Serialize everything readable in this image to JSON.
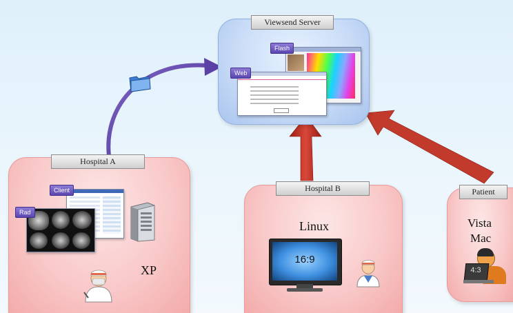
{
  "server": {
    "title": "Viewsend Server",
    "flash_label": "Flash",
    "web_label": "Web"
  },
  "hospital_a": {
    "title": "Hospital A",
    "client_label": "Client",
    "rad_label": "Rad",
    "os": "XP"
  },
  "hospital_b": {
    "title": "Hospital B",
    "os": "Linux",
    "monitor_ratio": "16:9"
  },
  "patient": {
    "title": "Patient",
    "os_line1": "Vista",
    "os_line2": "Mac",
    "monitor_ratio": "4:3"
  },
  "colors": {
    "arrow_red": "#c0392b",
    "arrow_purple": "#6a4ea8"
  },
  "icons": [
    "folder-icon",
    "server-tower-icon",
    "doctor-icon",
    "monitor-icon",
    "laptop-user-icon"
  ]
}
